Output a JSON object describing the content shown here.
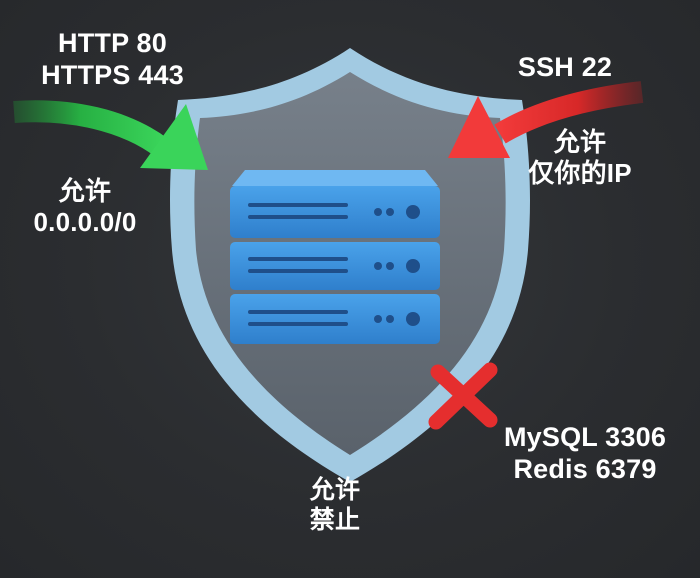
{
  "labels": {
    "http_line1": "HTTP 80",
    "http_line2": "HTTPS 443",
    "allow_all_line1": "允许",
    "allow_all_line2": "0.0.0.0/0",
    "ssh": "SSH 22",
    "allow_ip_line1": "允许",
    "allow_ip_line2": "仅你的IP",
    "db_line1": "MySQL 3306",
    "db_line2": "Redis 6379",
    "legend_line1": "允许",
    "legend_line2": "禁止"
  },
  "icons": {
    "shield": "shield-icon",
    "server": "server-stack-icon",
    "blocked": "red-x-icon",
    "allowed_arrow": "green-arrow-icon",
    "restricted_arrow": "red-arrow-icon"
  },
  "colors": {
    "background": "#2b2d30",
    "shield_border": "#a9d3ec",
    "shield_fill": "#646c75",
    "server_blue": "#3a8fdc",
    "allow_green": "#2fbf4a",
    "deny_red": "#e52e2e"
  }
}
